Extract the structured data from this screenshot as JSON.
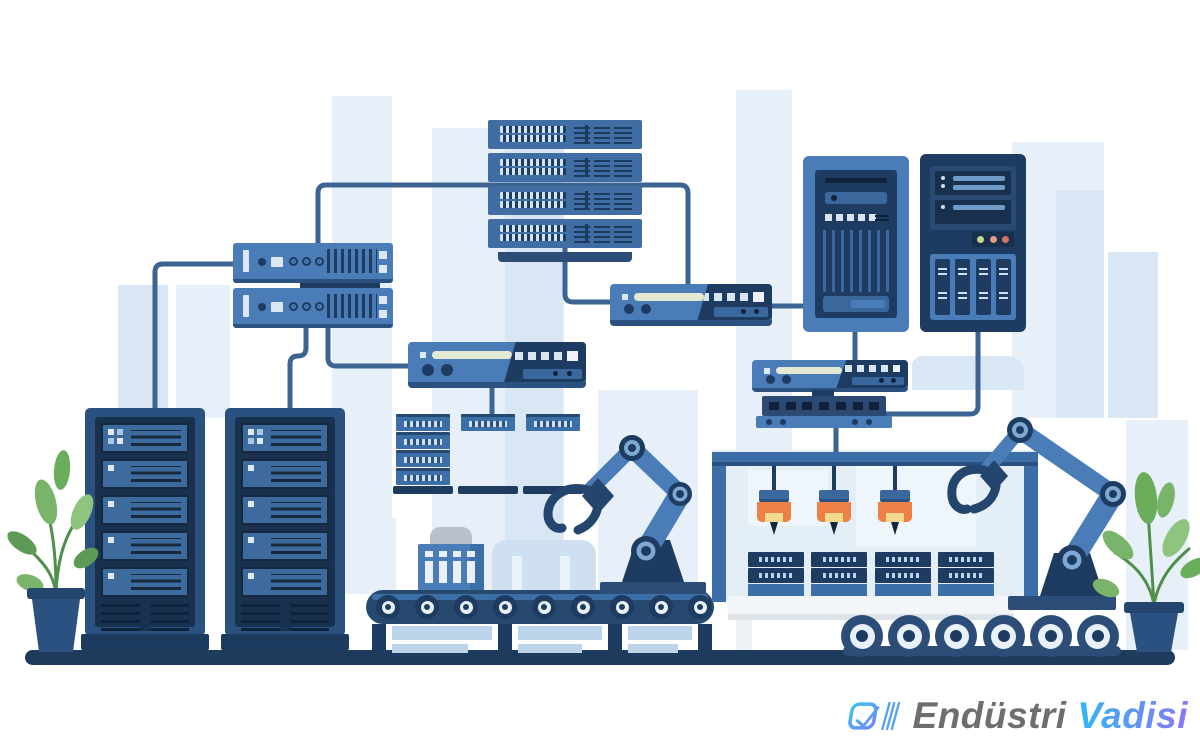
{
  "logo": {
    "brand_part1": "Endüstri",
    "brand_part2": "Vadisi"
  },
  "counts": {
    "server_stack_units": 4,
    "rack_units": 5,
    "rack_unit_squares": 4,
    "switch_circles": 3,
    "router_buttons": 5,
    "wide_switch_ports": 7,
    "cabinet1_buttons": 5,
    "cabinet2_rows": 2,
    "cabinet2_row_dots": 2,
    "cabinet2_row_bars": 2,
    "cabinet2_modules": 4,
    "mini_stacks": 3,
    "mini_stack_units": 4,
    "container_stacks": 4,
    "belt_rollers": 9,
    "track_rollers": 6,
    "machine_slots": 4
  },
  "colors": {
    "device_blue": "#4a7db8",
    "mid_blue": "#3c6ea8",
    "navy": "#1e3c62",
    "deep_navy": "#16304e",
    "pale_blue_bg": "#e7f0f9",
    "light_accent": "#cfe2f3",
    "cream_slot": "#e4ead2",
    "connector_line": "#3b6492",
    "nozzle_orange": "#ee7f47",
    "nozzle_yellow": "#f5d98f",
    "status_green": "#c3d98f",
    "status_amber": "#e59a84",
    "status_red": "#d9705c",
    "leaf_green": "#7ab36a",
    "ground_navy": "#1e3a5c",
    "brand_gray": "#6e6e6e",
    "brand_cyan": "#2fb7f5",
    "brand_purple": "#8a78f2"
  }
}
